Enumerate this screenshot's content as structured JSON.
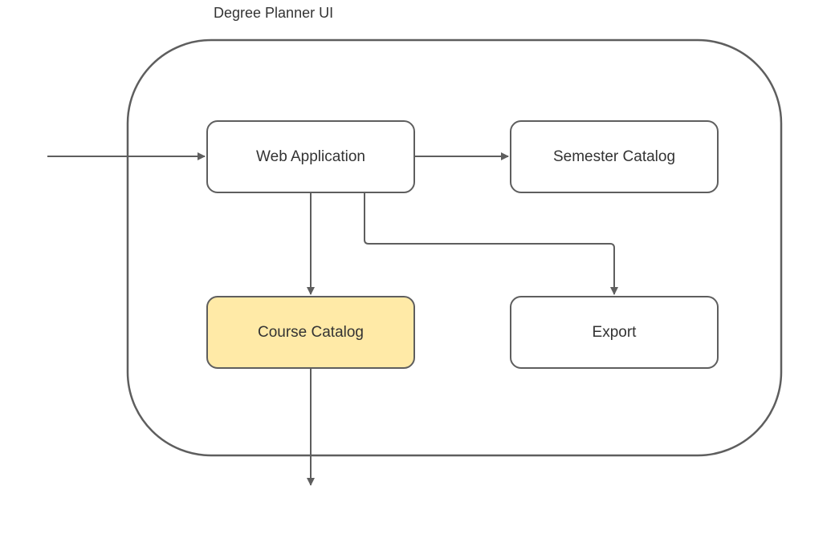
{
  "diagram": {
    "title": "Degree Planner UI",
    "nodes": [
      {
        "id": "web",
        "label": "Web Application",
        "fill": "#ffffff"
      },
      {
        "id": "semester",
        "label": "Semester Catalog",
        "fill": "#ffffff"
      },
      {
        "id": "course",
        "label": "Course Catalog",
        "fill": "#ffeaa7"
      },
      {
        "id": "export",
        "label": "Export",
        "fill": "#ffffff"
      }
    ],
    "edges": [
      {
        "from": "external-input",
        "to": "web"
      },
      {
        "from": "web",
        "to": "semester"
      },
      {
        "from": "web",
        "to": "course"
      },
      {
        "from": "web",
        "to": "export"
      },
      {
        "from": "course",
        "to": "external-output"
      }
    ],
    "colors": {
      "stroke": "#5e5e5e",
      "text": "#333333",
      "highlight": "#ffeaa7"
    }
  }
}
